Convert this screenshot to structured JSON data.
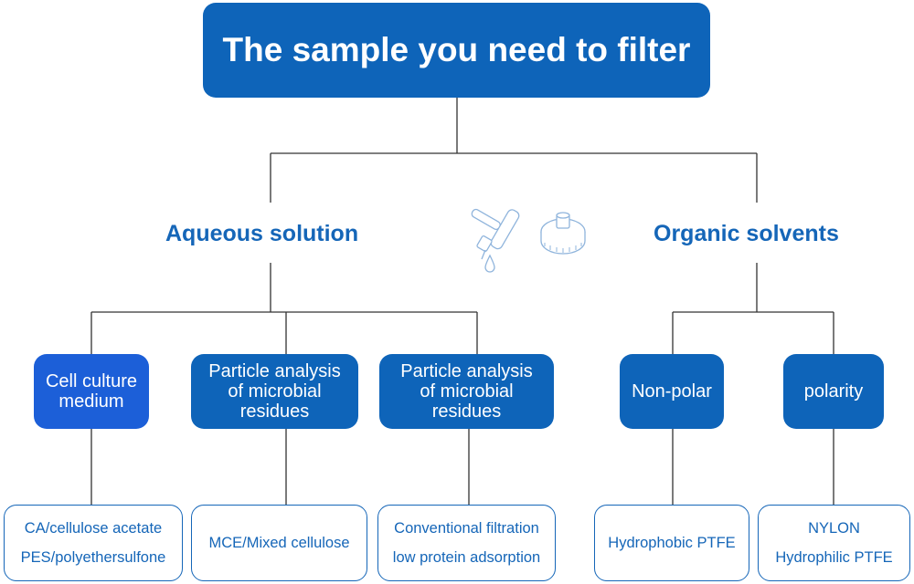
{
  "title": "The sample you need to filter",
  "categories": {
    "aqueous": "Aqueous solution",
    "organic": "Organic solvents"
  },
  "colors": {
    "box_fill": "#0e64b9",
    "box_fill_highlight": "#1c5fd8",
    "text_blue": "#1566b8",
    "connector": "#333333"
  },
  "mid_nodes": [
    {
      "label_lines": [
        "Cell culture",
        "medium"
      ]
    },
    {
      "label_lines": [
        "Particle analysis",
        "of microbial",
        "residues"
      ]
    },
    {
      "label_lines": [
        "Particle analysis",
        "of microbial",
        "residues"
      ]
    },
    {
      "label_lines": [
        "Non-polar"
      ]
    },
    {
      "label_lines": [
        "polarity"
      ]
    }
  ],
  "leaf_nodes": [
    {
      "lines": [
        "CA/cellulose acetate",
        "PES/polyethersulfone"
      ]
    },
    {
      "lines": [
        "MCE/Mixed cellulose"
      ]
    },
    {
      "lines": [
        "Conventional filtration",
        "low protein adsorption"
      ]
    },
    {
      "lines": [
        "Hydrophobic PTFE"
      ]
    },
    {
      "lines": [
        "NYLON",
        "Hydrophilic PTFE"
      ]
    }
  ],
  "icons": [
    "syringe-filter-side-icon",
    "syringe-filter-top-icon",
    "drop-icon"
  ]
}
